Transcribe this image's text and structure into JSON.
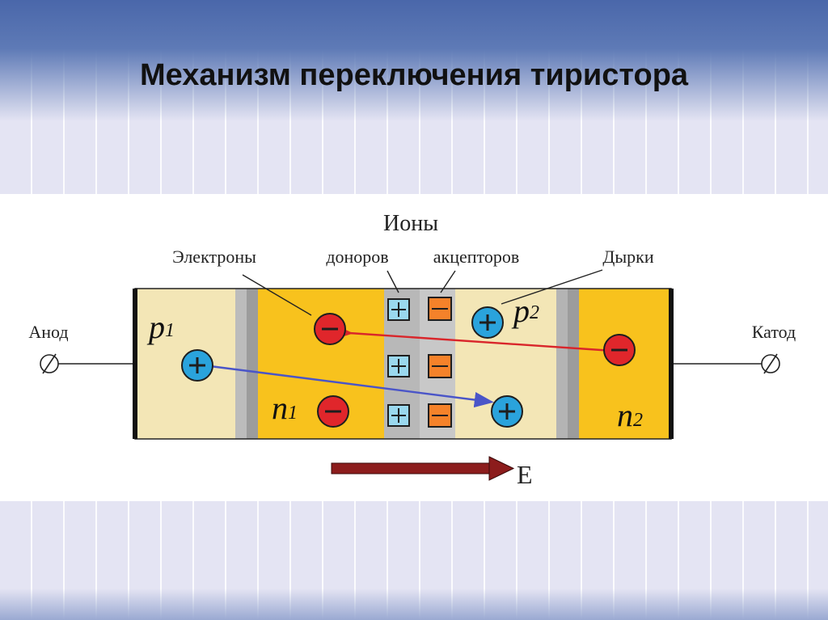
{
  "slide": {
    "title": "Механизм переключения тиристора"
  },
  "diagram": {
    "ions_label": "Ионы",
    "electrons_label": "Электроны",
    "donors_label": "доноров",
    "acceptors_label": "акцепторов",
    "holes_label": "Дырки",
    "anode_label": "Анод",
    "cathode_label": "Катод",
    "field_label": "E",
    "regions": {
      "p1": {
        "letter": "p",
        "sub": "1"
      },
      "n1": {
        "letter": "n",
        "sub": "1"
      },
      "p2": {
        "letter": "p",
        "sub": "2"
      },
      "n2": {
        "letter": "n",
        "sub": "2"
      }
    },
    "colors": {
      "light_region": "#f3e6b6",
      "dark_region": "#f8c21d",
      "electron": "#e0262b",
      "hole": "#2aa3dc",
      "donor_ion": "#9ad8ee",
      "acceptor_ion": "#f5822a",
      "electron_path": "#d9262b",
      "hole_path": "#4a55c8",
      "field_arrow": "#8c1c1c"
    }
  }
}
